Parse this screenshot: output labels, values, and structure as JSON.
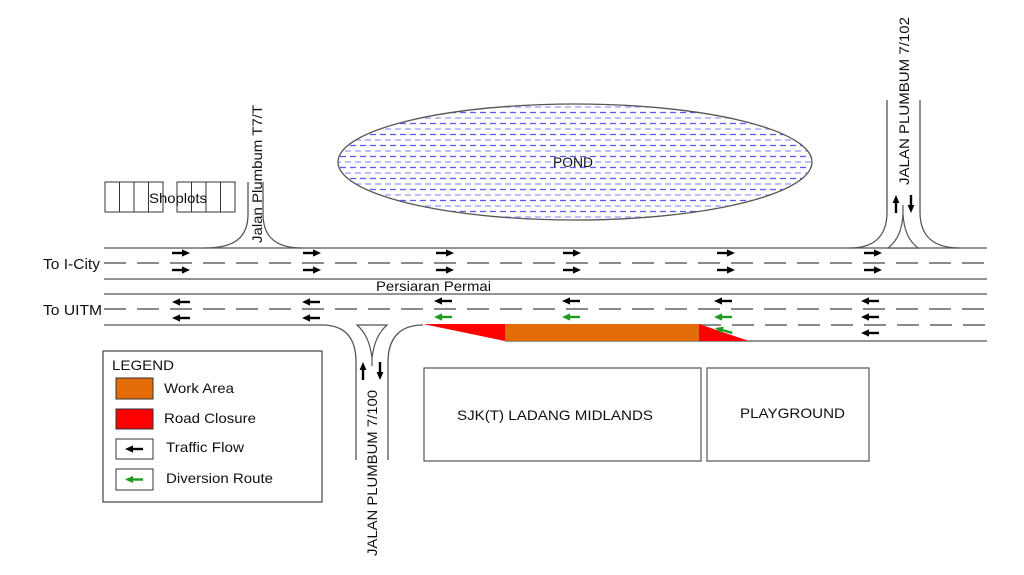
{
  "map": {
    "destinations": {
      "east": "To I-City",
      "west": "To UITM"
    },
    "main_road": "Persiaran Permai",
    "side_roads": {
      "t7t": "Jalan Plumbum T7/T",
      "r7102": "JALAN PLUMBUM 7/102",
      "r7100": "JALAN PLUMBUM 7/100"
    },
    "landmarks": {
      "shoplots": "Shoplots",
      "pond": "POND",
      "school": "SJK(T) LADANG MIDLANDS",
      "playground": "PLAYGROUND"
    }
  },
  "legend": {
    "title": "LEGEND",
    "items": [
      {
        "label": "Work Area",
        "color": "#E36C09",
        "icon": "swatch"
      },
      {
        "label": "Road Closure",
        "color": "#FF0000",
        "icon": "swatch"
      },
      {
        "label": "Traffic Flow",
        "color": "#000000",
        "icon": "arrow-left-icon"
      },
      {
        "label": "Diversion Route",
        "color": "#1E9B1E",
        "icon": "arrow-left-icon"
      }
    ]
  },
  "colors": {
    "pond_hatch": "#5A5AFF",
    "pond_hatch_light": "#9A9AFF"
  }
}
